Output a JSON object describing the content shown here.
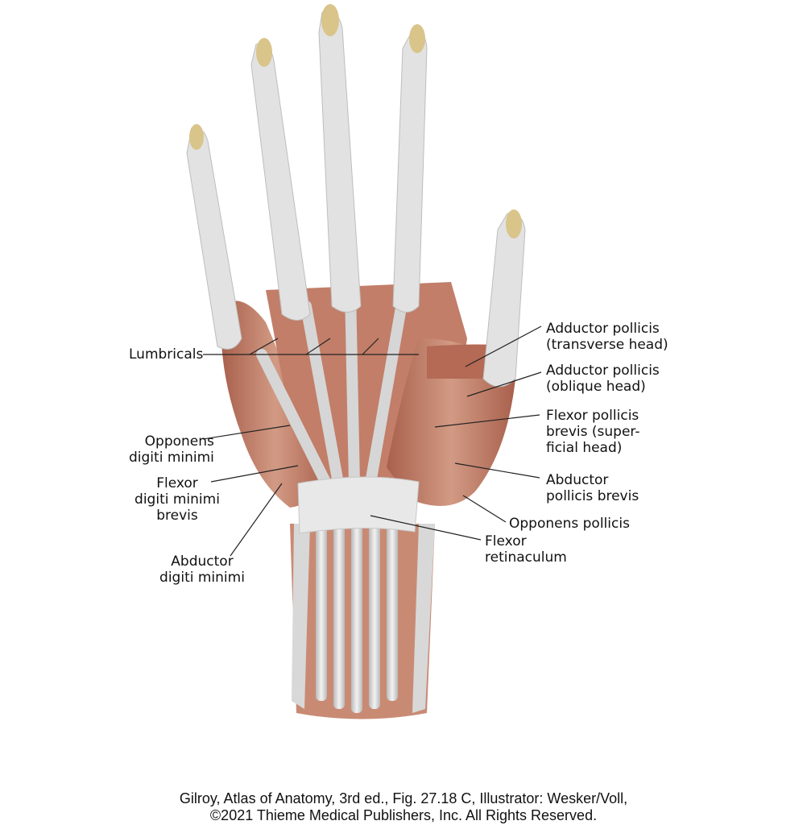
{
  "labels": {
    "lumbricals": "Lumbricals",
    "opponens_digiti_minimi": "Opponens\ndigiti minimi",
    "flexor_digiti_minimi_brevis": "Flexor\ndigiti minimi\nbrevis",
    "abductor_digiti_minimi": "Abductor\ndigiti minimi",
    "adductor_pollicis_transverse": "Adductor pollicis\n(transverse head)",
    "adductor_pollicis_oblique": "Adductor pollicis\n(oblique head)",
    "flexor_pollicis_brevis": "Flexor pollicis\nbrevis (super-\nficial head)",
    "abductor_pollicis_brevis": "Abductor\npollicis brevis",
    "opponens_pollicis": "Opponens pollicis",
    "flexor_retinaculum": "Flexor\nretinaculum"
  },
  "credit": {
    "line1": "Gilroy, Atlas of Anatomy, 3rd ed., Fig. 27.18 C, Illustrator: Wesker/Voll,",
    "line2": "©2021 Thieme Medical Publishers, Inc. All Rights Reserved."
  },
  "colors": {
    "muscle": "#c98a74",
    "muscle_dark": "#a8604c",
    "tendon": "#dcdcdc",
    "tendon_dark": "#b9b9b9",
    "bone": "#d9c48a",
    "leader": "#222222"
  }
}
